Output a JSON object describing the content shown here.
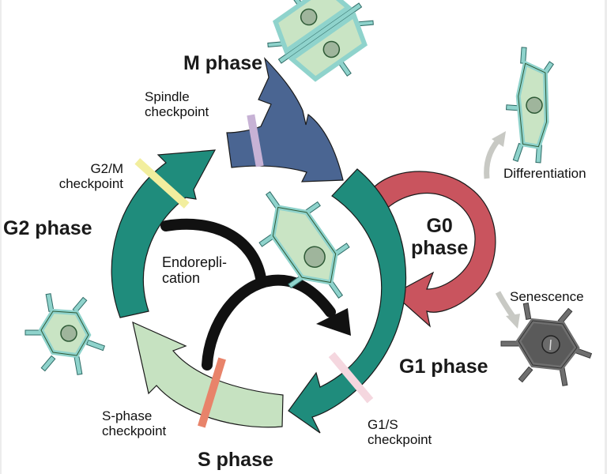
{
  "diagram": {
    "title": "Cell cycle with G0, endoreplication and checkpoints",
    "phases": [
      {
        "id": "m",
        "label": "M phase",
        "color": "#4a6592"
      },
      {
        "id": "g2",
        "label": "G2 phase",
        "color": "#1f8c7c"
      },
      {
        "id": "s",
        "label": "S phase",
        "color": "#c6e2c1"
      },
      {
        "id": "g1",
        "label": "G1 phase",
        "color": "#1f8c7c"
      },
      {
        "id": "g0",
        "label_line1": "G0",
        "label_line2": "phase",
        "color": "#c9545e"
      }
    ],
    "checkpoints": [
      {
        "id": "spindle",
        "line1": "Spindle",
        "line2": "checkpoint",
        "color": "#c7b2d5"
      },
      {
        "id": "g2m",
        "line1": "G2/M",
        "line2": "checkpoint",
        "color": "#f2ee9e"
      },
      {
        "id": "sphase",
        "line1": "S-phase",
        "line2": "checkpoint",
        "color": "#e8836a"
      },
      {
        "id": "g1s",
        "line1": "G1/S",
        "line2": "checkpoint",
        "color": "#f5d7df"
      }
    ],
    "endoreplication": {
      "line1": "Endorepli-",
      "line2": "cation",
      "color": "#111111"
    },
    "outcomes": [
      {
        "id": "differentiation",
        "label": "Differentiation",
        "arrow_color": "#c8c9c4"
      },
      {
        "id": "senescence",
        "label": "Senescence",
        "arrow_color": "#c8c9c4"
      }
    ],
    "cell_colors": {
      "wall": "#8fd3cc",
      "cytoplasm": "#c9e4c4",
      "nucleus": "#9fb59c",
      "senescent_wall": "#6f6f6f",
      "senescent_body": "#5a5a5a"
    }
  }
}
